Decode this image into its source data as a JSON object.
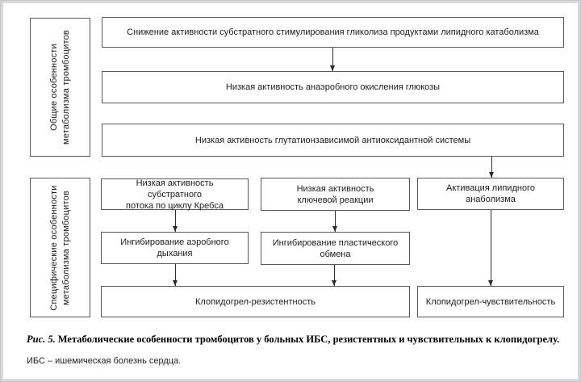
{
  "figure": {
    "side_labels": {
      "general": "Общие особенности\nметаболизма тромбоцитов",
      "specific": "Специфические особенности\nметаболизма тромбоцитов"
    },
    "general_flow": {
      "step1": "Снижение активности субстратного стимулирования гликолиза продуктами липидного катаболизма",
      "step2": "Низкая активность анаэробного окисления глюкозы",
      "step3": "Низкая активность глутатионзависимой антиоксидантной системы"
    },
    "specific_flow": {
      "krebs": "Низкая активность субстратного\nпотока по циклу Кребса",
      "key_reaction": "Низкая активность\nключевой реакции",
      "lipid_anabolism": "Активация липидного анаболизма",
      "aerobic_inhibition": "Ингибирование аэробного дыхания",
      "plastic_inhibition": "Ингибирование пластического\nобмена",
      "resistance": "Клопидогрел-резистентность",
      "sensitivity": "Клопидогрел-чувствительность"
    },
    "caption": {
      "label": "Рис. 5.",
      "text": "Метаболические особенности тромбоцитов у больных ИБС, резистентных и чувствительных к клопидогрелу."
    },
    "footnote": "ИБС – ишемическая болезнь сердца.",
    "colors": {
      "frame": "#dadadd",
      "frame_edge": "#c7c7cb",
      "box_border": "#59595c",
      "arrow": "#2b2b2b",
      "text": "#1c1c1e"
    }
  }
}
